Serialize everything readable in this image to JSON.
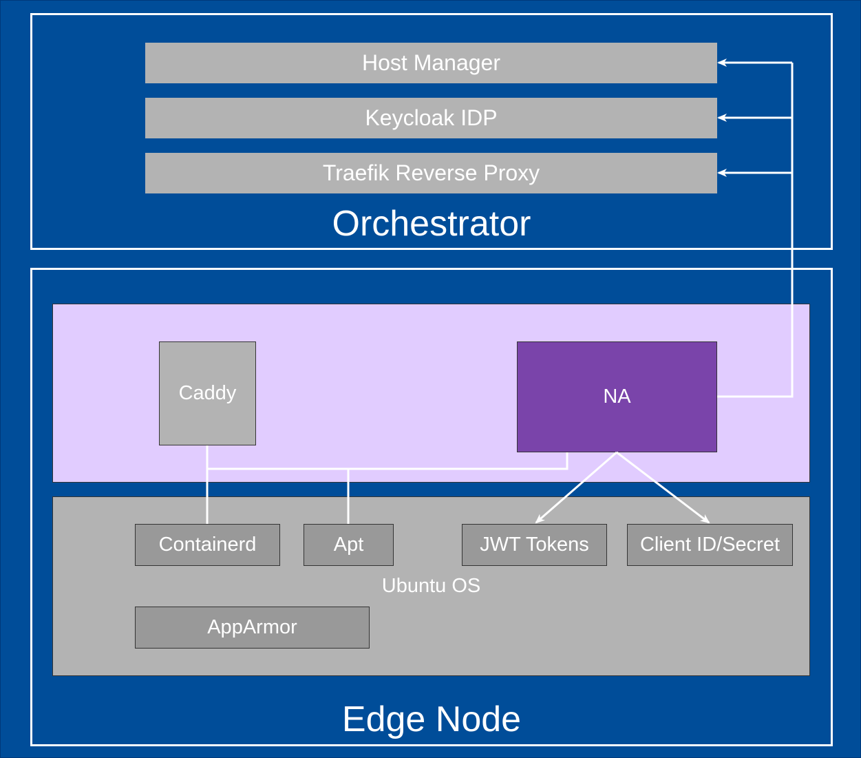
{
  "orchestrator": {
    "title": "Orchestrator",
    "services": [
      {
        "label": "Host Manager"
      },
      {
        "label": "Keycloak IDP"
      },
      {
        "label": "Traefik Reverse Proxy"
      }
    ]
  },
  "edge_node": {
    "title": "Edge Node",
    "apps": {
      "caddy": "Caddy",
      "na": "NA"
    },
    "os": {
      "label": "Ubuntu OS",
      "components": {
        "containerd": "Containerd",
        "apt": "Apt",
        "jwt_tokens": "JWT Tokens",
        "client_id_secret": "Client ID/Secret",
        "apparmor": "AppArmor"
      }
    }
  },
  "colors": {
    "background": "#004d99",
    "frame": "#ffffff",
    "service_bar": "#b3b3b3",
    "app_layer": "#e1ccff",
    "na_box": "#7a44aa",
    "os_layer": "#b3b3b3",
    "os_component": "#999999"
  }
}
